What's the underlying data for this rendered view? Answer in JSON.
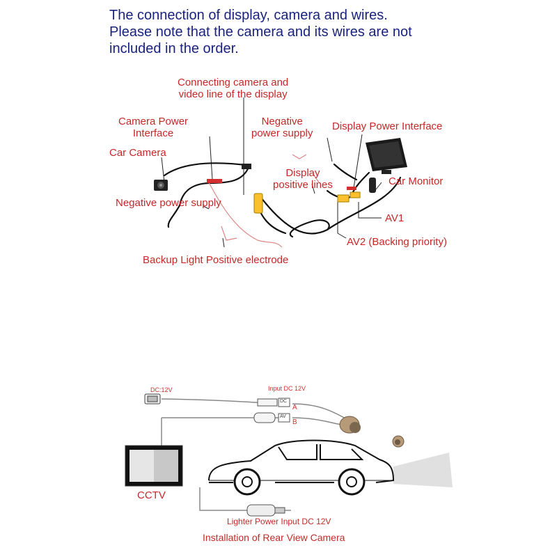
{
  "header": {
    "line1": "The connection of display, camera and wires.",
    "line2": "Please note that the camera and its wires are not",
    "line3": "included in the order."
  },
  "top_diagram": {
    "connecting_line1": "Connecting camera and",
    "connecting_line2": "video line of the display",
    "camera_power_line1": "Camera Power",
    "camera_power_line2": "Interface",
    "car_camera": "Car Camera",
    "negative_supply_line1": "Negative",
    "negative_supply_line2": "power supply",
    "display_power": "Display Power Interface",
    "display_positive_line1": "Display",
    "display_positive_line2": "positive lines",
    "car_monitor": "Car Monitor",
    "negative_power_supply": "Negative power supply",
    "av1": "AV1",
    "av2": "AV2 (Backing priority)",
    "backup_light": "Backup Light Positive electrode"
  },
  "bottom_diagram": {
    "dc12v": "DC:12V",
    "input_dc": "Input DC 12V",
    "port_dc": "DC",
    "port_av": "AV",
    "label_a": "A",
    "label_b": "B",
    "cctv": "CCTV",
    "lighter": "Lighter Power Input DC 12V",
    "caption": "Installation of Rear View Camera"
  }
}
